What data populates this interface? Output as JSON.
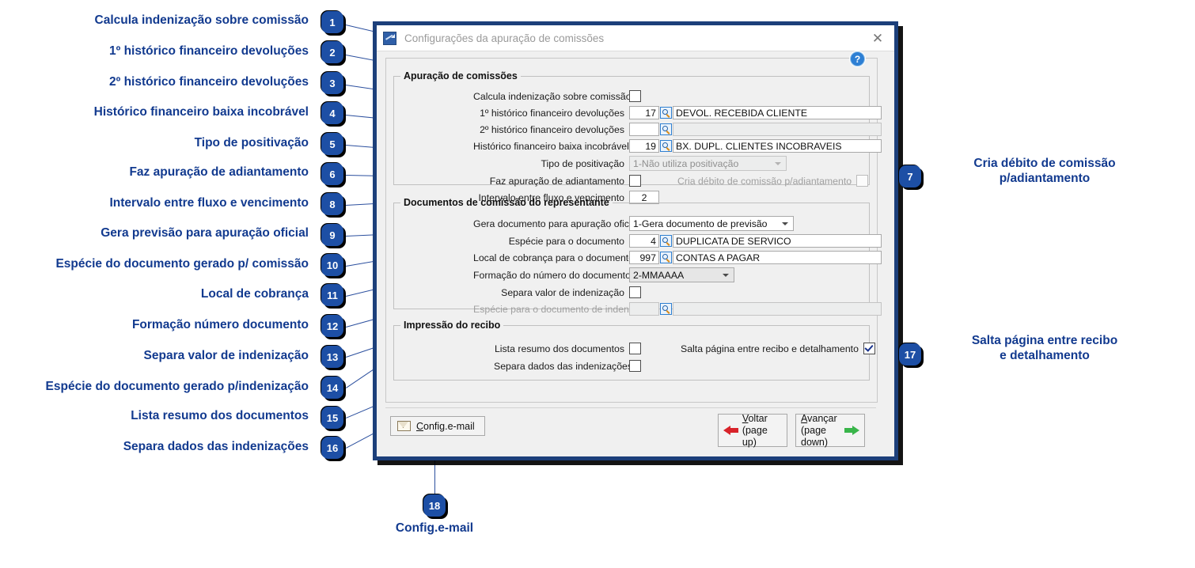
{
  "dialog": {
    "title": "Configurações da apuração de comissões",
    "icon": "app-chart-icon",
    "close_label": "✕",
    "help_label": "?",
    "groups": [
      {
        "legend": "Apuração de comissões"
      },
      {
        "legend": "Documentos de comissão do representante"
      },
      {
        "legend": "Impressão do recibo"
      }
    ],
    "fields": {
      "calcula_indenizacao": {
        "label": "Calcula indenização sobre comissão",
        "checked": false
      },
      "hist1": {
        "label": "1º histórico financeiro devoluções",
        "code": "17",
        "desc": "DEVOL.  RECEBIDA CLIENTE",
        "lookup": "search-lookup-icon"
      },
      "hist2": {
        "label": "2º histórico financeiro devoluções",
        "code": "",
        "desc": "",
        "lookup": "search-lookup-icon"
      },
      "hist_baixa": {
        "label": "Histórico financeiro baixa incobrável",
        "code": "19",
        "desc": "BX. DUPL. CLIENTES INCOBRAVEIS",
        "lookup": "search-lookup-icon"
      },
      "tipo_positivacao": {
        "label": "Tipo de positivação",
        "value": "1-Não utiliza positivação",
        "disabled": true
      },
      "faz_apuracao_adiantamento": {
        "label": "Faz apuração de adiantamento",
        "checked": false
      },
      "cria_debito_adiantamento": {
        "label": "Cria débito de comissão p/adiantamento",
        "checked": false,
        "disabled": true
      },
      "intervalo_fluxo": {
        "label": "Intervalo entre fluxo e vencimento",
        "value": "2"
      },
      "gera_documento": {
        "label": "Gera documento para apuração oficial",
        "value": "1-Gera documento de previsão"
      },
      "especie_documento": {
        "label": "Espécie para o documento",
        "code": "4",
        "desc": "DUPLICATA DE SERVICO",
        "lookup": "search-lookup-icon"
      },
      "local_cobranca": {
        "label": "Local de cobrança para o documento",
        "code": "997",
        "desc": "CONTAS A PAGAR",
        "lookup": "search-lookup-icon"
      },
      "formacao_numero": {
        "label": "Formação do número do documento",
        "value": "2-MMAAAA"
      },
      "separa_valor_indenizacao": {
        "label": "Separa valor de indenização",
        "checked": false
      },
      "especie_indenizacao": {
        "label": "Espécie para o documento de indenização",
        "code": "",
        "desc": "",
        "lookup": "search-lookup-icon",
        "disabled": true
      },
      "lista_resumo": {
        "label": "Lista resumo dos documentos",
        "checked": false
      },
      "separa_dados_indenizacoes": {
        "label": "Separa dados das indenizações",
        "checked": false
      },
      "salta_pagina": {
        "label": "Salta página entre recibo e detalhamento",
        "checked": true
      }
    },
    "buttons": {
      "config_email": {
        "label": "Config.e-mail",
        "accel": "C",
        "icon": "envelope-icon"
      },
      "voltar": {
        "line1": "Voltar",
        "line2": "(page up)",
        "accel": "V",
        "icon": "arrow-left-red-icon"
      },
      "avancar": {
        "line1": "Avançar",
        "line2": "(page down)",
        "accel": "A",
        "icon": "arrow-right-green-icon"
      }
    }
  },
  "annotations": {
    "accent_color": "#123a8f",
    "badge_color": "#1d4fa5",
    "left": [
      {
        "n": "1",
        "text": "Calcula indenização sobre comissão"
      },
      {
        "n": "2",
        "text": "1º histórico financeiro devoluções"
      },
      {
        "n": "3",
        "text": "2º histórico financeiro devoluções"
      },
      {
        "n": "4",
        "text": "Histórico financeiro baixa incobrável"
      },
      {
        "n": "5",
        "text": "Tipo de positivação"
      },
      {
        "n": "6",
        "text": "Faz apuração de adiantamento"
      },
      {
        "n": "8",
        "text": "Intervalo entre fluxo e vencimento"
      },
      {
        "n": "9",
        "text": "Gera previsão para apuração oficial"
      },
      {
        "n": "10",
        "text": "Espécie do documento gerado p/ comissão"
      },
      {
        "n": "11",
        "text": "Local de cobrança"
      },
      {
        "n": "12",
        "text": "Formação número documento"
      },
      {
        "n": "13",
        "text": "Separa valor de indenização"
      },
      {
        "n": "14",
        "text": "Espécie do documento gerado p/indenização"
      },
      {
        "n": "15",
        "text": "Lista resumo dos documentos"
      },
      {
        "n": "16",
        "text": "Separa dados das indenizações"
      }
    ],
    "right": [
      {
        "n": "7",
        "text": "Cria débito de comissão\np/adiantamento"
      },
      {
        "n": "17",
        "text": "Salta página entre recibo\ne detalhamento"
      }
    ],
    "bottom": [
      {
        "n": "18",
        "text": "Config.e-mail"
      }
    ]
  }
}
